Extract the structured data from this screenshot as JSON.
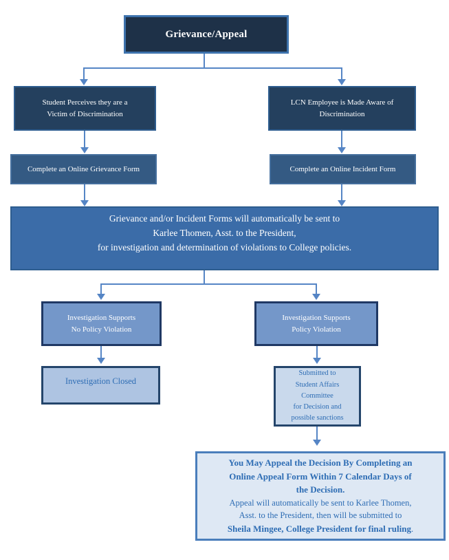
{
  "flowchart": {
    "title": "Grievance/Appeal flowchart",
    "nodes": {
      "root": {
        "label": "Grievance/Appeal"
      },
      "student": {
        "lines": [
          "Student Perceives they are a",
          "Victim of Discrimination"
        ]
      },
      "employee": {
        "lines": [
          "LCN Employee is Made Aware of",
          "Discrimination"
        ]
      },
      "grievance_form": {
        "label": "Complete an Online Grievance Form"
      },
      "incident_form": {
        "label": "Complete an Online Incident Form"
      },
      "routing": {
        "lines": [
          "Grievance and/or Incident Forms will automatically be sent to",
          "Karlee Thomen, Asst. to the President,",
          "for investigation and determination of violations to College policies."
        ]
      },
      "no_violation": {
        "lines": [
          "Investigation Supports",
          "No Policy Violation"
        ]
      },
      "violation": {
        "lines": [
          "Investigation Supports",
          "Policy Violation"
        ]
      },
      "closed": {
        "label": "Investigation Closed"
      },
      "committee": {
        "lines": [
          "Submitted to",
          "Student Affairs",
          "Committee",
          "for Decision and",
          "possible sanctions"
        ]
      },
      "appeal": {
        "bold_lines": [
          "You May Appeal the Decision By Completing an",
          "Online Appeal Form Within 7 Calendar Days of",
          "the Decision."
        ],
        "regular_lines": [
          "Appeal will automatically be sent to Karlee Thomen,",
          "Asst. to the President, then will be submitted to"
        ],
        "bold_tail": "Sheila Mingee, College President for final ruling",
        "tail_period": "."
      }
    },
    "colors": {
      "node_darkest": "#1E3148",
      "node_dark": "#24405E",
      "node_slate": "#345A83",
      "node_medium": "#3B6CA8",
      "node_light_medium": "#7497C9",
      "node_pale": "#AEC4E2",
      "node_paler": "#C9D9EC",
      "node_lightest": "#DEE8F4",
      "border_light_blue": "#3E73AD",
      "border_dark_navy": "#1F3864",
      "border_appeal": "#4A7EBB",
      "connector": "#5585C5",
      "text_light": "#FFFFFF",
      "text_blue": "#2E6DB4"
    }
  }
}
